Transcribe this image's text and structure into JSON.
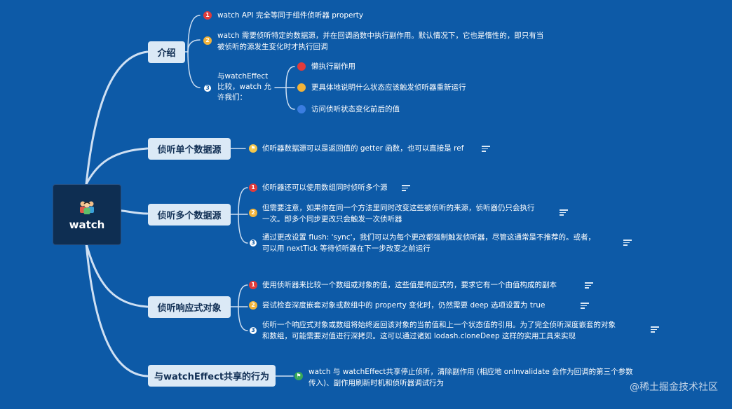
{
  "root": {
    "title": "watch",
    "icon": "people-group-icon"
  },
  "branches": {
    "intro": {
      "label": "介绍",
      "items": [
        "watch API 完全等同于组件侦听器 property",
        "watch 需要侦听特定的数据源，并在回调函数中执行副作用。默认情况下，它也是惰性的，即只有当",
        "被侦听的源发生变化时才执行回调"
      ],
      "compare": {
        "label_lines": [
          "与watchEffect",
          "比较，watch 允",
          "许我们："
        ],
        "items": [
          "懒执行副作用",
          "更具体地说明什么状态应该触发侦听器重新运行",
          "访问侦听状态变化前后的值"
        ]
      }
    },
    "single": {
      "label": "侦听单个数据源",
      "item": "侦听器数据源可以是返回值的 getter 函数，也可以直接是 ref"
    },
    "multi": {
      "label": "侦听多个数据源",
      "items": [
        "侦听器还可以使用数组同时侦听多个源",
        "但需要注意，如果你在同一个方法里同时改变这些被侦听的来源，侦听器仍只会执行",
        "一次。即多个同步更改只会触发一次侦听器",
        "通过更改设置 flush: 'sync'，我们可以为每个更改都强制触发侦听器，尽管这通常是不推荐的。或者，",
        "可以用 nextTick 等待侦听器在下一步改变之前运行"
      ]
    },
    "reactive": {
      "label": "侦听响应式对象",
      "items": [
        "使用侦听器来比较一个数组或对象的值，这些值是响应式的，要求它有一个由值构成的副本",
        "尝试检查深度嵌套对象或数组中的 property 变化时，仍然需要 deep 选项设置为 true",
        "侦听一个响应式对象或数组将始终返回该对象的当前值和上一个状态值的引用。为了完全侦听深度嵌套的对象",
        "和数组，可能需要对值进行深拷贝。这可以通过诸如 lodash.cloneDeep 这样的实用工具来实现"
      ]
    },
    "shared": {
      "label": "与watchEffect共享的行为",
      "items": [
        "watch 与 watchEffect共享停止侦听，清除副作用 (相应地 onInvalidate 会作为回调的第三个参数",
        "传入)、副作用刷新时机和侦听器调试行为"
      ]
    }
  },
  "badges": {
    "one": "1",
    "two": "2",
    "three": "3"
  },
  "watermark": "@稀土掘金技术社区",
  "colors": {
    "background": "#0d5aa7",
    "root": "#0e2e52",
    "branch": "#dbe9f6",
    "line": "#cfe0f3"
  }
}
